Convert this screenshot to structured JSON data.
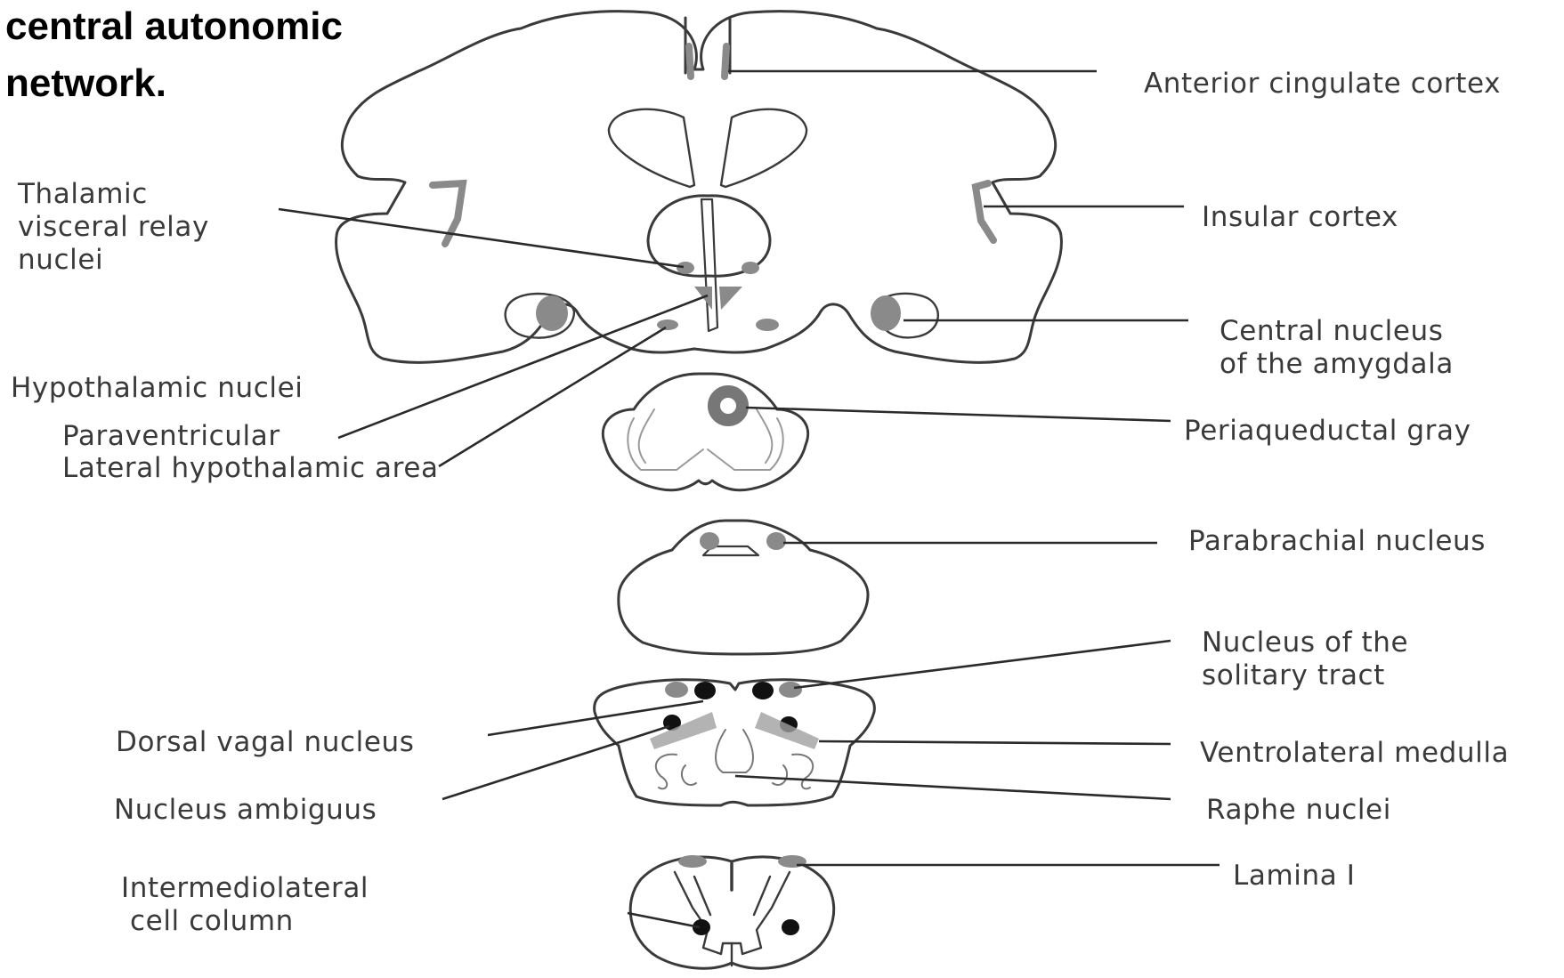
{
  "title_lines": [
    "central autonomic",
    "network."
  ],
  "labels": {
    "anterior_cingulate": "Anterior cingulate cortex",
    "insular": "Insular cortex",
    "thalamic": [
      "Thalamic",
      "visceral relay",
      "nuclei"
    ],
    "amygdala": [
      "Central nucleus",
      "of the amygdala"
    ],
    "hypothalamic": "Hypothalamic nuclei",
    "paraventricular": "Paraventricular",
    "lateral_hypothalamic": "Lateral hypothalamic area",
    "periaqueductal": "Periaqueductal gray",
    "parabrachial": "Parabrachial nucleus",
    "solitary": [
      "Nucleus of the",
      "solitary tract"
    ],
    "dorsal_vagal": "Dorsal vagal nucleus",
    "ventrolateral": "Ventrolateral medulla",
    "ambiguus": "Nucleus ambiguus",
    "raphe": "Raphe nuclei",
    "intermediolateral": [
      "Intermediolateral",
      "cell column"
    ],
    "lamina": "Lamina I"
  },
  "colors": {
    "outline": "#3a3a3a",
    "nucleus_gray": "#8a8a8a",
    "nucleus_black": "#111111",
    "leader_line": "#2a2a2a"
  }
}
